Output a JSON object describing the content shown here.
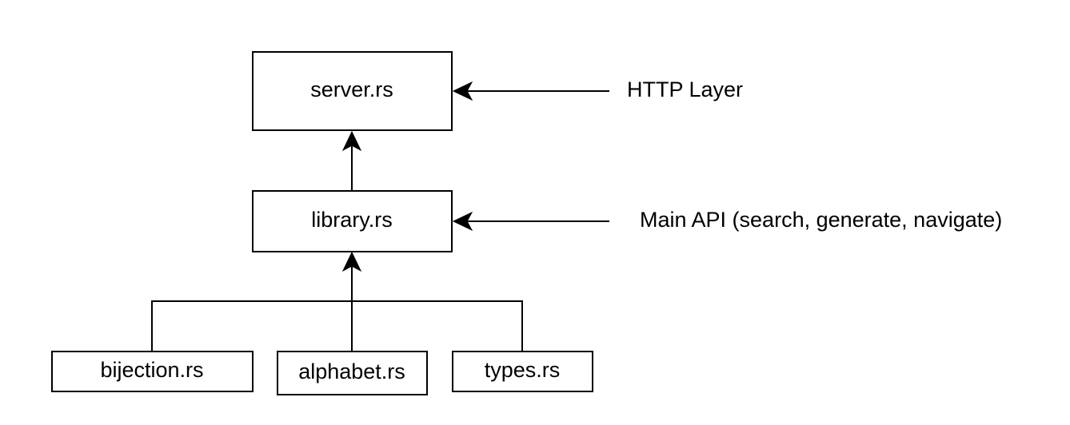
{
  "nodes": {
    "server": "server.rs",
    "library": "library.rs",
    "bijection": "bijection.rs",
    "alphabet": "alphabet.rs",
    "types": "types.rs"
  },
  "annotations": {
    "http_layer": "HTTP Layer",
    "main_api": "Main API (search, generate, navigate)"
  }
}
